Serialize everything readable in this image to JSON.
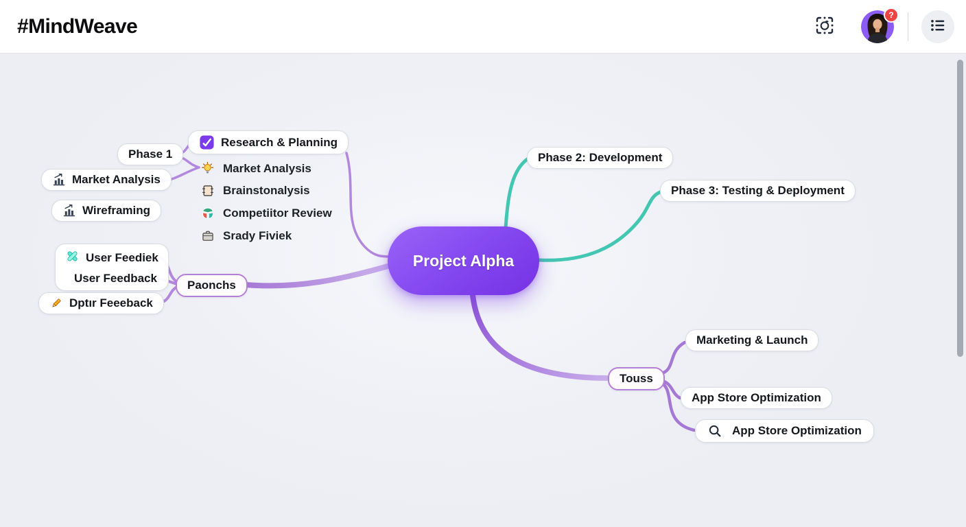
{
  "header": {
    "logo": "#MindWeave",
    "notification_badge": "?"
  },
  "mindmap": {
    "central": "Project Alpha",
    "phase1": "Phase 1",
    "research_planning": "Research & Planning",
    "rp_items": [
      {
        "label": "Market Analysis",
        "icon": "lightbulb-icon"
      },
      {
        "label": "Brainstonalysis",
        "icon": "notebook-icon"
      },
      {
        "label": "Competiitor Review",
        "icon": "pie-chart-icon"
      },
      {
        "label": "Srady Fiviek",
        "icon": "briefcase-icon"
      }
    ],
    "market_analysis": "Market Analysis",
    "wireframing": "Wireframing",
    "user_feedback_line1": "User Feediek",
    "user_feedback_line2": "User Feedback",
    "dptir_feedback": "Dptır Feeeback",
    "paonchs": "Paonchs",
    "phase2": "Phase 2: Development",
    "phase3": "Phase 3: Testing & Deployment",
    "marketing_launch": "Marketing & Launch",
    "touss": "Touss",
    "app_store_opt": "App Store Optimization",
    "app_store_opt_search": "App Store Optimization"
  },
  "icons": {
    "header": [
      "scan-icon",
      "avatar",
      "menu-list-icon"
    ],
    "nodes": [
      "checkbox-icon",
      "bar-chart-icon",
      "lightbulb-icon",
      "notebook-icon",
      "pie-chart-icon",
      "briefcase-icon",
      "cross-x-icon",
      "pencil-icon",
      "search-icon"
    ]
  },
  "colors": {
    "accent_purple": "#7c3aed",
    "central_gradient_start": "#9a63f8",
    "central_gradient_end": "#7631e4",
    "connector_purple": "#b287dd",
    "connector_teal": "#43c6b2",
    "highlight_border": "#b87fd8",
    "badge_red": "#ef4444",
    "canvas_bg": "#eef0f6"
  }
}
